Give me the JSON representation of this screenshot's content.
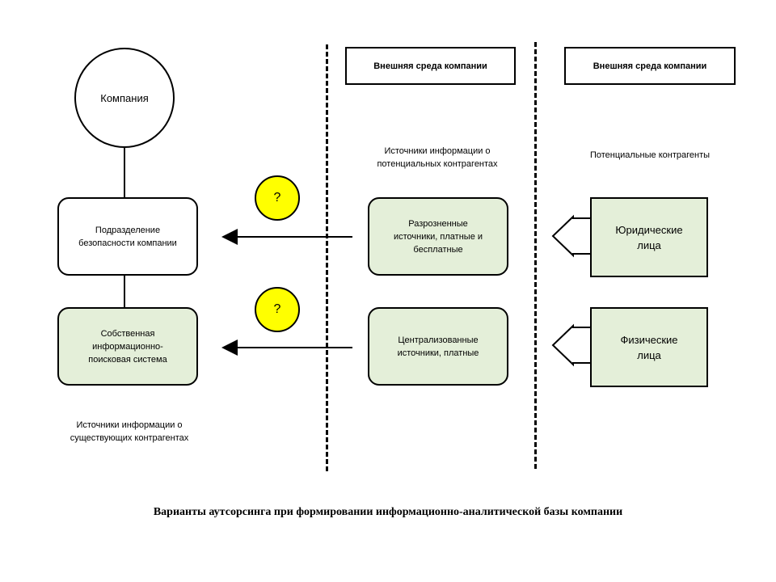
{
  "company": "Компания",
  "security_unit": "Подразделение безопасности компании",
  "own_system": "Собственная информационно-поисковая система",
  "existing_sources": "Источники информации о существующих контрагентах",
  "env_header_1": "Внешняя среда компании",
  "env_header_2": "Внешняя среда компании",
  "potential_sources_label": "Источники информации о потенциальных контрагентах",
  "potential_partners_label": "Потенциальные контрагенты",
  "scattered_sources": "Разрозненные источники, платные и бесплатные",
  "centralized_sources": "Централизованные источники, платные",
  "legal_entities": "Юридические лица",
  "individuals": "Физические лица",
  "question_1": "?",
  "question_2": "?",
  "caption": "Варианты аутсорсинга при формировании информационно-аналитической базы компании",
  "colors": {
    "green_fill": "#e4efd9",
    "question_fill": "#ffff00"
  }
}
